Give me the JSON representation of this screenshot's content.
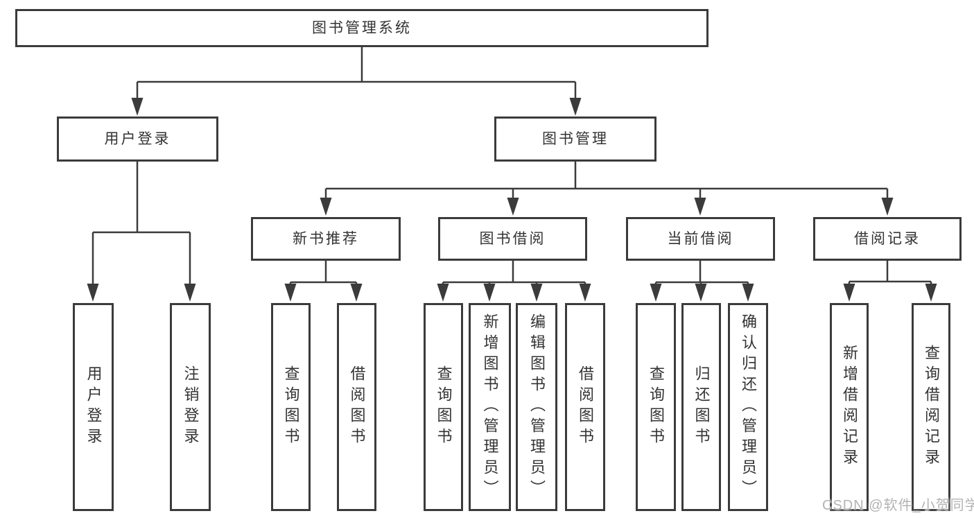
{
  "diagram": {
    "root": {
      "label": "图书管理系统"
    },
    "branches": [
      {
        "id": "user-login",
        "label": "用户登录",
        "children": [
          {
            "label": "用户登录"
          },
          {
            "label": "注销登录"
          }
        ]
      },
      {
        "id": "book-management",
        "label": "图书管理",
        "children": [
          {
            "label": "新书推荐",
            "children": [
              {
                "label": "查询图书"
              },
              {
                "label": "借阅图书"
              }
            ]
          },
          {
            "label": "图书借阅",
            "children": [
              {
                "label": "查询图书"
              },
              {
                "label": "新增图书（管理员）"
              },
              {
                "label": "编辑图书（管理员）"
              },
              {
                "label": "借阅图书"
              }
            ]
          },
          {
            "label": "当前借阅",
            "children": [
              {
                "label": "查询图书"
              },
              {
                "label": "归还图书"
              },
              {
                "label": "确认归还（管理员）"
              }
            ]
          },
          {
            "label": "借阅记录",
            "children": [
              {
                "label": "新增借阅记录"
              },
              {
                "label": "查询借阅记录"
              }
            ]
          }
        ]
      }
    ]
  },
  "watermark": {
    "text": "CSDN @软件_小贺同学"
  },
  "colors": {
    "line": "#3b3b3b",
    "text": "#333333",
    "watermark": "#b3b3b3",
    "background": "#ffffff"
  }
}
